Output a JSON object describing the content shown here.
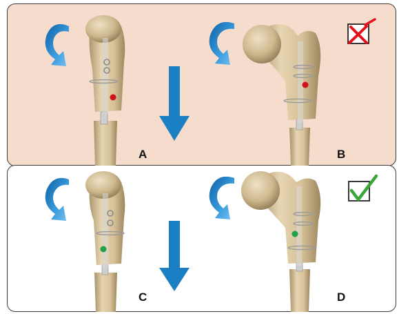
{
  "panels": [
    {
      "id": "A",
      "label": "A",
      "status": "incorrect"
    },
    {
      "id": "B",
      "label": "B",
      "status": "incorrect"
    },
    {
      "id": "C",
      "label": "C",
      "status": "correct"
    },
    {
      "id": "D",
      "label": "D",
      "status": "correct"
    }
  ],
  "colors": {
    "top_panel_bg": "#f6dccd",
    "bottom_panel_bg": "#ffffff",
    "arrow_blue": "#1b7fc4",
    "incorrect_dot": "#d0121b",
    "correct_dot": "#1fa34a",
    "cross_red": "#e3101a",
    "check_green": "#3aa63a",
    "bone": "#d8c49c"
  },
  "icons": [
    "rotation-arrow-icon",
    "down-arrow-icon",
    "cross-checkbox-icon",
    "check-checkbox-icon"
  ]
}
